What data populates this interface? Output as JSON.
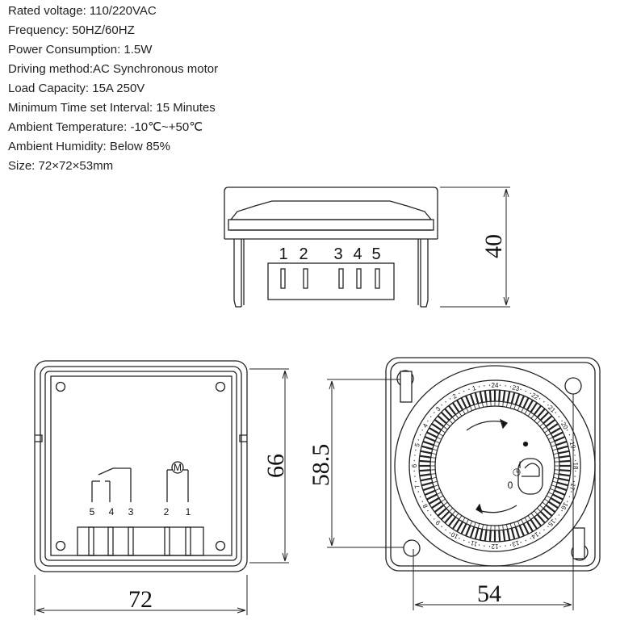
{
  "specs": [
    "Rated voltage: 110/220VAC",
    "Frequency: 50HZ/60HZ",
    "Power Consumption: 1.5W",
    "Driving method:AC Synchronous motor",
    "Load Capacity: 15A 250V",
    "Minimum Time set Interval: 15 Minutes",
    "Ambient Temperature: -10℃~+50℃",
    "Ambient Humidity: Below 85%",
    "Size: 72×72×53mm"
  ],
  "side_view": {
    "terminal_numbers": [
      "1",
      "2",
      "3",
      "4",
      "5"
    ],
    "height_dim": "40"
  },
  "rear_view": {
    "wiring_labels": [
      "5",
      "4",
      "3",
      "2",
      "1"
    ],
    "motor_label": "M",
    "height_dim": "66",
    "width_dim": "72"
  },
  "front_view": {
    "hole_height_dim": "58.5",
    "hole_width_dim": "54",
    "dial_hours": [
      "24",
      "1",
      "2",
      "3",
      "4",
      "5",
      "6",
      "7",
      "8",
      "9",
      "10",
      "11",
      "12",
      "13",
      "14",
      "15",
      "16",
      "17",
      "18",
      "19",
      "20",
      "21",
      "22",
      "23"
    ],
    "switch_labels": [
      "I",
      "0"
    ]
  }
}
